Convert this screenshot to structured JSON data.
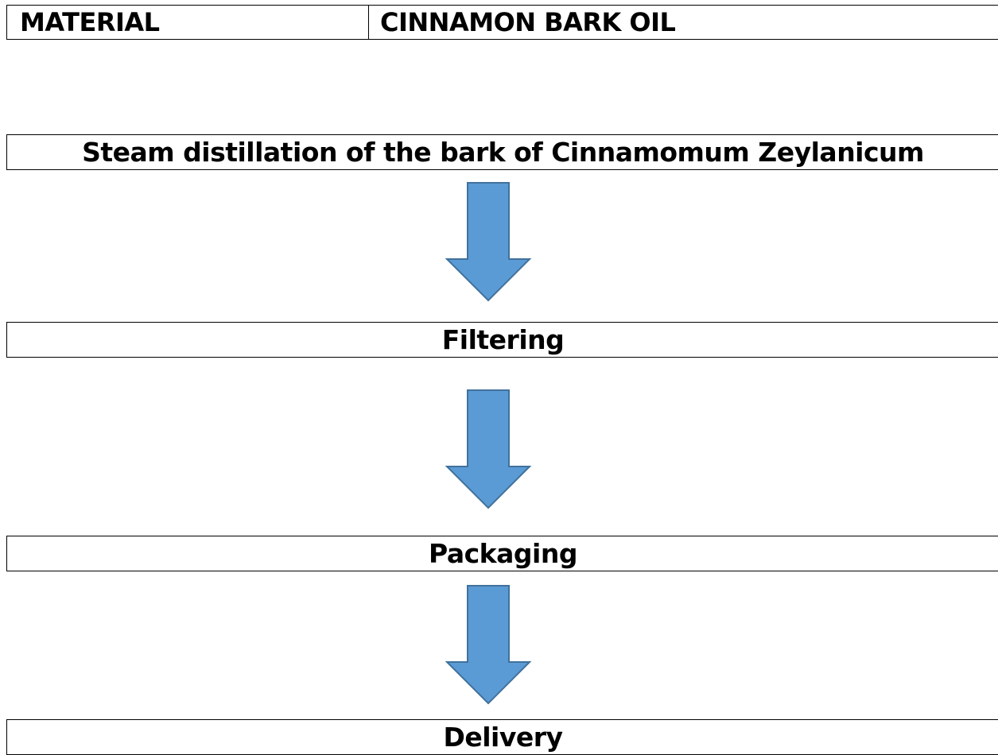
{
  "header": {
    "label": "MATERIAL",
    "value": "CINNAMON BARK OIL"
  },
  "steps": [
    {
      "label": "Steam distillation of the bark of Cinnamomum Zeylanicum"
    },
    {
      "label": "Filtering"
    },
    {
      "label": "Packaging"
    },
    {
      "label": "Delivery"
    }
  ],
  "colors": {
    "arrow_fill": "#5B9BD5",
    "arrow_stroke": "#41719C",
    "border": "#000000"
  }
}
